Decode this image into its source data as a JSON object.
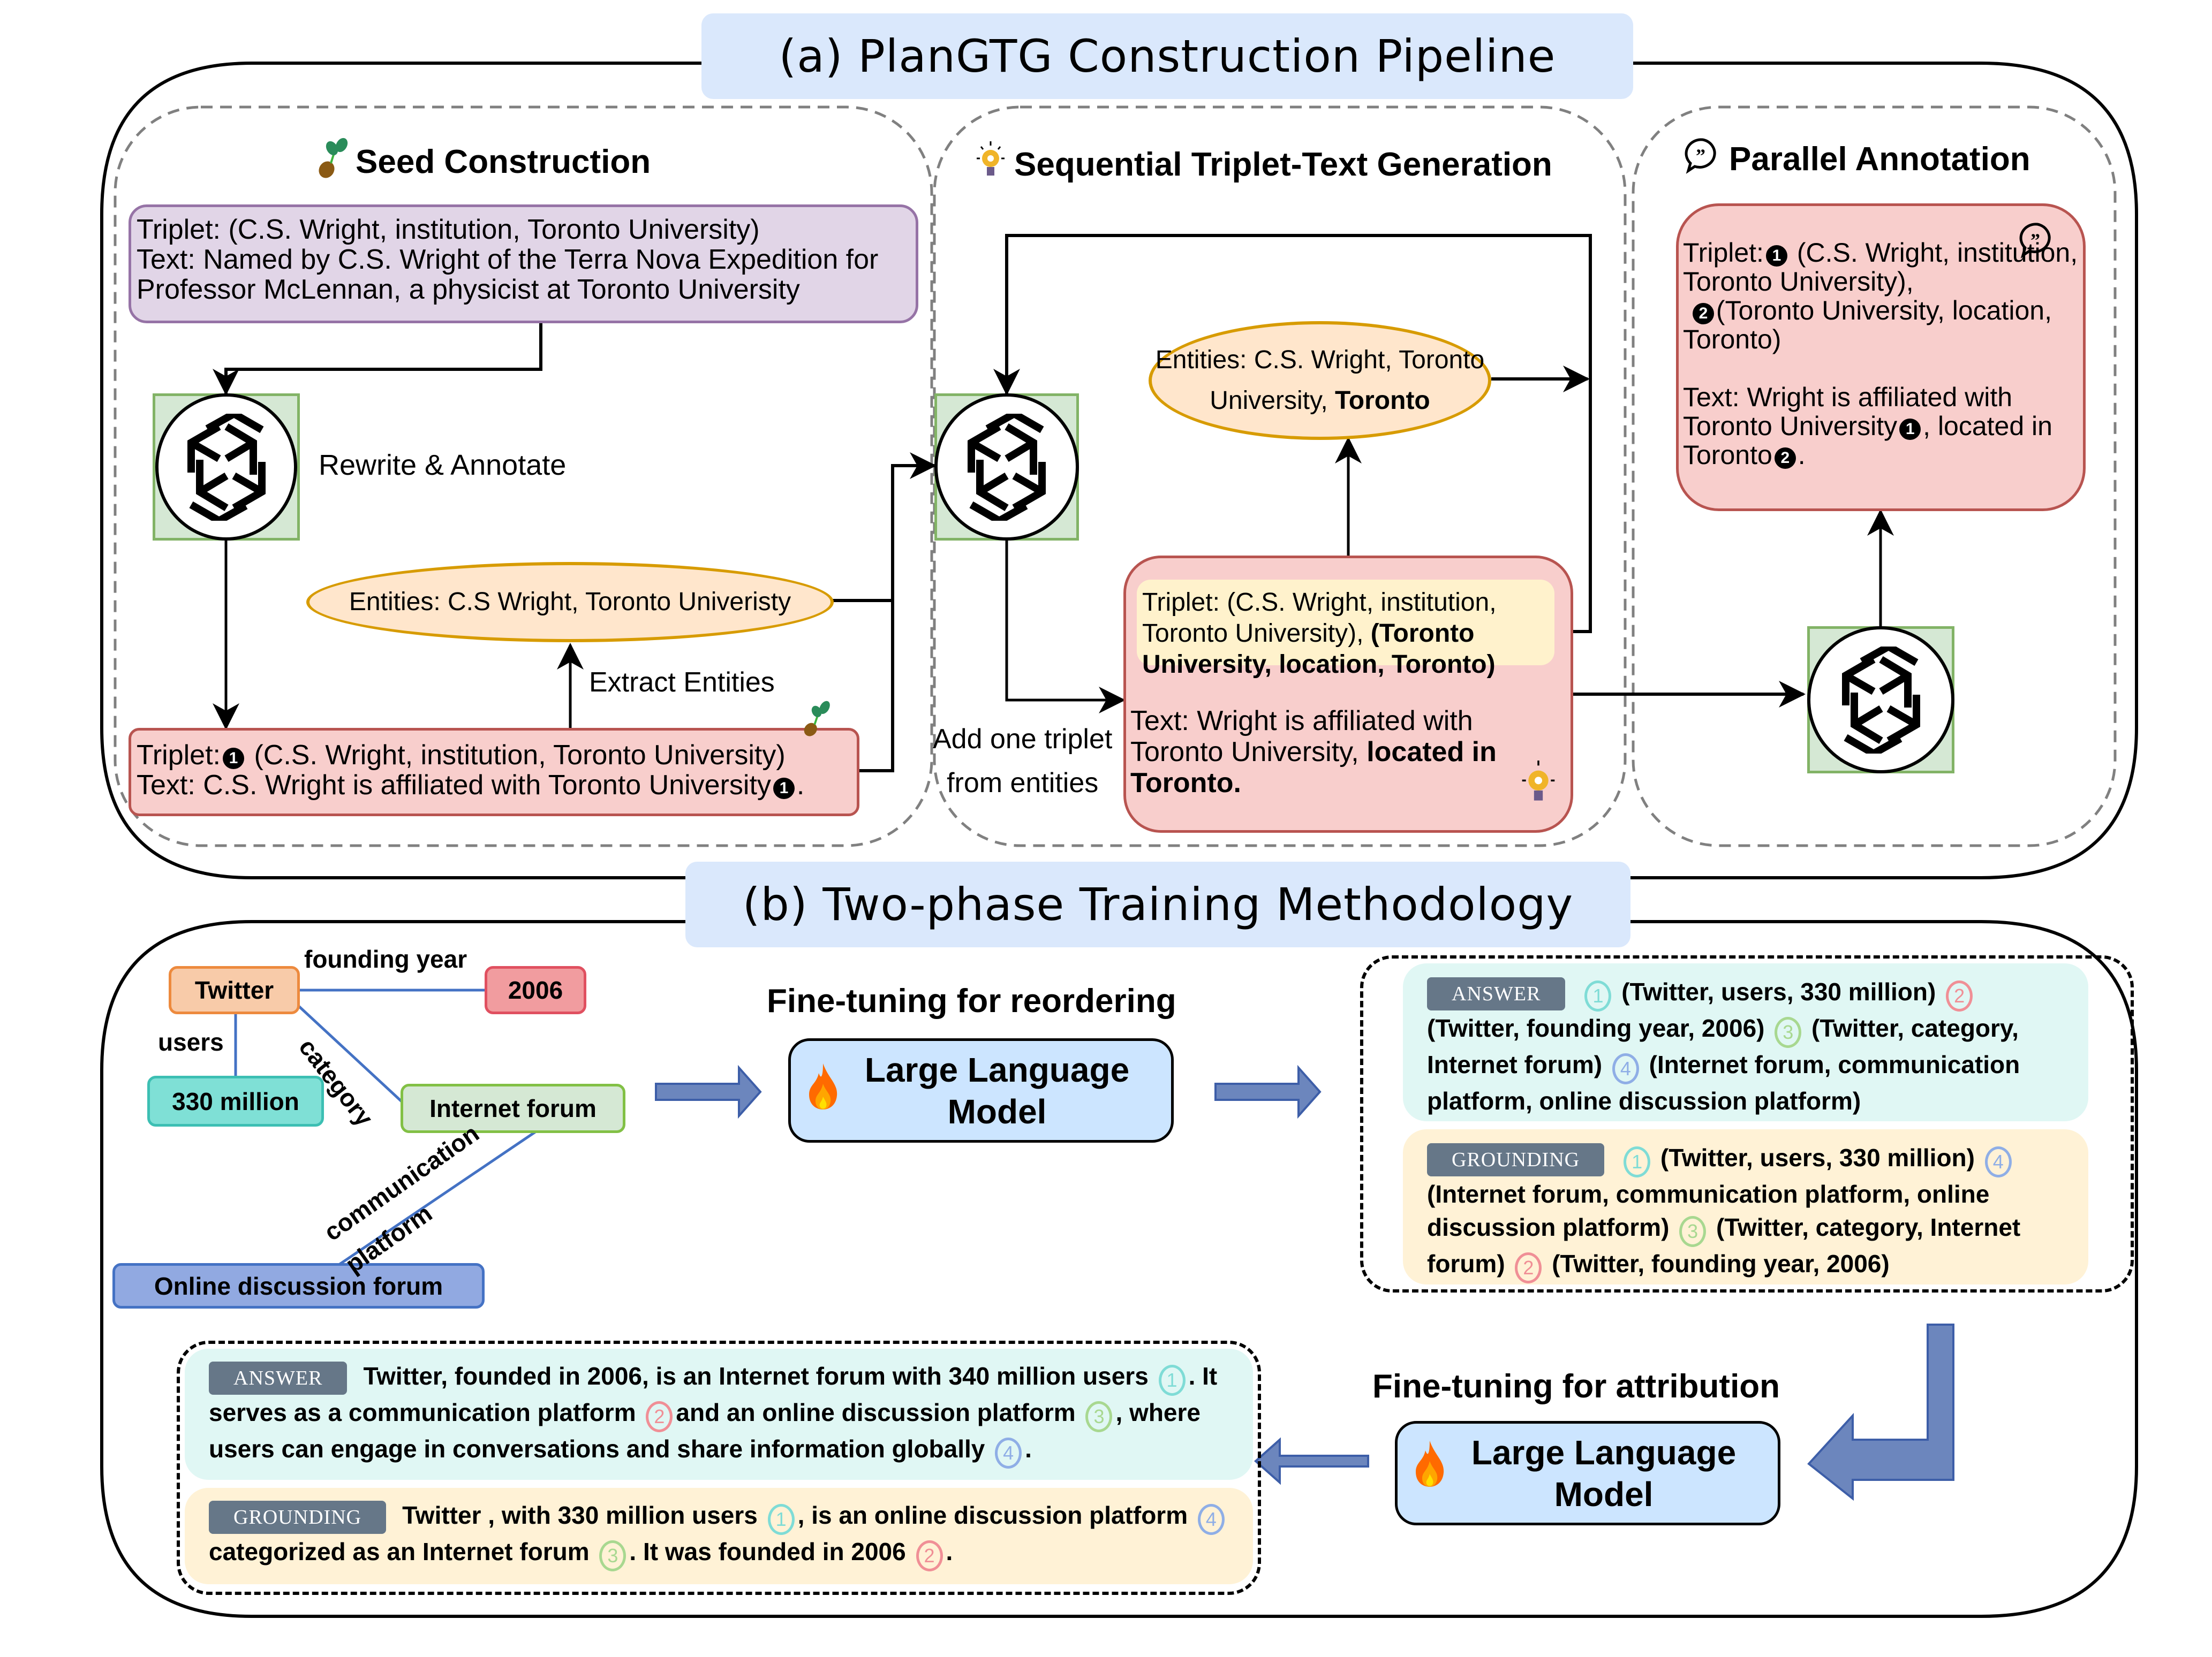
{
  "section_a": {
    "title": "(a) PlanGTG Construction Pipeline",
    "seed": {
      "heading": "Seed Construction",
      "icon": "sprout-icon",
      "source_box": {
        "line1": "Triplet: (C.S. Wright, institution, Toronto University)",
        "line2": "Text: Named by C.S. Wright of the Terra Nova Expedition for",
        "line3": "Professor McLennan, a physicist at Toronto University"
      },
      "rewrite_label": "Rewrite & Annotate",
      "entities": "Entities: C.S Wright, Toronto Univeristy",
      "extract_label": "Extract Entities",
      "seed_box": {
        "triplet_prefix": "Triplet:",
        "triplet_num": "1",
        "triplet_rest": " (C.S. Wright, institution, Toronto University)",
        "text_prefix": "Text: C.S. Wright is affiliated with Toronto University",
        "text_num": "1",
        "text_end": "."
      }
    },
    "sequential": {
      "heading": "Sequential Triplet-Text Generation",
      "icon": "lightbulb-gear-icon",
      "entities_line1": "Entities: C.S. Wright, Toronto",
      "entities_line2_plain": "University, ",
      "entities_line2_bold": "Toronto",
      "add_label_line1": "Add one triplet",
      "add_label_line2": "from entities",
      "triplet_plain": "Triplet: (C.S. Wright, institution, Toronto University), ",
      "triplet_bold": "(Toronto University, location, Toronto)",
      "text_plain": "Text:  Wright is affiliated with Toronto University, ",
      "text_bold": "located in Toronto."
    },
    "parallel": {
      "heading": "Parallel Annotation",
      "icon": "quote-bubble-icon",
      "triplet_prefix": "Triplet:",
      "num1": "1",
      "triplet1": " (C.S. Wright, institution, Toronto University),",
      "num2": "2",
      "triplet2": "(Toronto University, location, Toronto)",
      "text1": "Text:  Wright is affiliated with Toronto University",
      "text2": ", located in Toronto",
      "text_end": "."
    }
  },
  "section_b": {
    "title": "(b) Two-phase Training Methodology",
    "graph": {
      "nodes": {
        "twitter": "Twitter",
        "year": "2006",
        "users_val": "330 million",
        "forum": "Internet forum",
        "online": "Online discussion forum"
      },
      "edges": {
        "founding_year": "founding year",
        "users": "users",
        "category": "category",
        "comm1": "communication",
        "comm2": "platform"
      },
      "colors": {
        "twitter": "#f8cba9",
        "year": "#f19c9f",
        "users_val": "#7fe0d6",
        "forum": "#d5e8d4",
        "online": "#91a9e1",
        "edge": "#4472c4"
      }
    },
    "phase1": {
      "title": "Fine-tuning for reordering",
      "llm_line1": "Large Language",
      "llm_line2": "Model"
    },
    "phase2": {
      "title": "Fine-tuning for attribution",
      "llm_line1": "Large Language",
      "llm_line2": "Model"
    },
    "reorder_output": {
      "answer_tag": "ANSWER",
      "answer": [
        {
          "n": "1",
          "c": "c1",
          "t": "(Twitter, users, 330 million)"
        },
        {
          "n": "2",
          "c": "c2",
          "t": "(Twitter, founding year, 2006)"
        },
        {
          "n": "3",
          "c": "c3",
          "t": "(Twitter, category, Internet forum)"
        },
        {
          "n": "4",
          "c": "c4",
          "t": "(Internet forum, communication platform, online discussion platform)"
        }
      ],
      "grounding_tag": "GROUNDING",
      "grounding": [
        {
          "n": "1",
          "c": "c1",
          "t": "(Twitter, users, 330 million)"
        },
        {
          "n": "4",
          "c": "c4",
          "t": "(Internet forum, communication platform, online discussion platform)"
        },
        {
          "n": "3",
          "c": "c3",
          "t": "(Twitter, category, Internet forum)"
        },
        {
          "n": "2",
          "c": "c2",
          "t": "(Twitter, founding year, 2006)"
        }
      ]
    },
    "attribution_output": {
      "answer_tag": "ANSWER",
      "answer": [
        {
          "t": "Twitter, founded in 2006, is an Internet forum with 340 million users",
          "n": "1",
          "c": "c1"
        },
        {
          "t": ". It serves as a communication platform",
          "n": "2",
          "c": "c2"
        },
        {
          "t": "and an online discussion platform",
          "n": "3",
          "c": "c3"
        },
        {
          "t": ", where users can engage in conversations and share information globally",
          "n": "4",
          "c": "c4"
        }
      ],
      "answer_end": ".",
      "grounding_tag": "GROUNDING",
      "grounding": [
        {
          "t": "Twitter , with 330 million users",
          "n": "1",
          "c": "c1"
        },
        {
          "t": ", is an online discussion platform",
          "n": "4",
          "c": "c4"
        },
        {
          "t": "categorized as an Internet forum",
          "n": "3",
          "c": "c3"
        },
        {
          "t": ". It was founded in 2006",
          "n": "2",
          "c": "c2"
        }
      ],
      "grounding_end": "."
    }
  }
}
